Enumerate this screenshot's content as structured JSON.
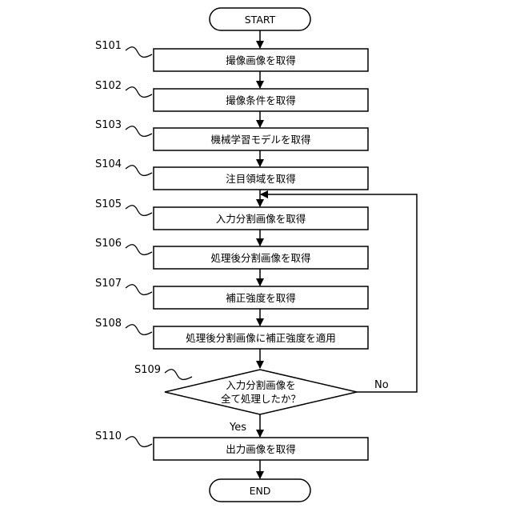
{
  "start": "START",
  "end": "END",
  "steps": [
    {
      "id": "S101",
      "text": "撮像画像を取得"
    },
    {
      "id": "S102",
      "text": "撮像条件を取得"
    },
    {
      "id": "S103",
      "text": "機械学習モデルを取得"
    },
    {
      "id": "S104",
      "text": "注目領域を取得"
    },
    {
      "id": "S105",
      "text": "入力分割画像を取得"
    },
    {
      "id": "S106",
      "text": "処理後分割画像を取得"
    },
    {
      "id": "S107",
      "text": "補正強度を取得"
    },
    {
      "id": "S108",
      "text": "処理後分割画像に補正強度を適用"
    }
  ],
  "decision": {
    "id": "S109",
    "line1": "入力分割画像を",
    "line2": "全て処理したか？",
    "yes": "Yes",
    "no": "No"
  },
  "final": {
    "id": "S110",
    "text": "出力画像を取得"
  }
}
